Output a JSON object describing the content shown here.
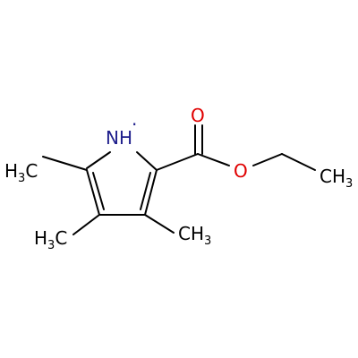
{
  "molecule": {
    "atoms": {
      "nh": {
        "element": "N",
        "text": "N",
        "hydrogen": "H",
        "radical_dot": "·",
        "color": "#1f1f8c"
      },
      "carbonyl_o": {
        "element": "O",
        "text": "O",
        "color": "#e00000"
      },
      "ester_o": {
        "element": "O",
        "text": "O",
        "color": "#e00000"
      },
      "methyl_c5": {
        "text": "H",
        "subscript": "3",
        "suffix": "C",
        "color": "#000000"
      },
      "methyl_c4": {
        "text": "H",
        "subscript": "3",
        "suffix": "C",
        "color": "#000000"
      },
      "methyl_c3": {
        "text": "CH",
        "subscript": "3",
        "color": "#000000"
      },
      "ethyl_ch3": {
        "text": "CH",
        "subscript": "3",
        "color": "#000000"
      }
    },
    "colors": {
      "carbon": "#000000",
      "nitrogen": "#1f1f8c",
      "oxygen": "#e00000"
    }
  }
}
